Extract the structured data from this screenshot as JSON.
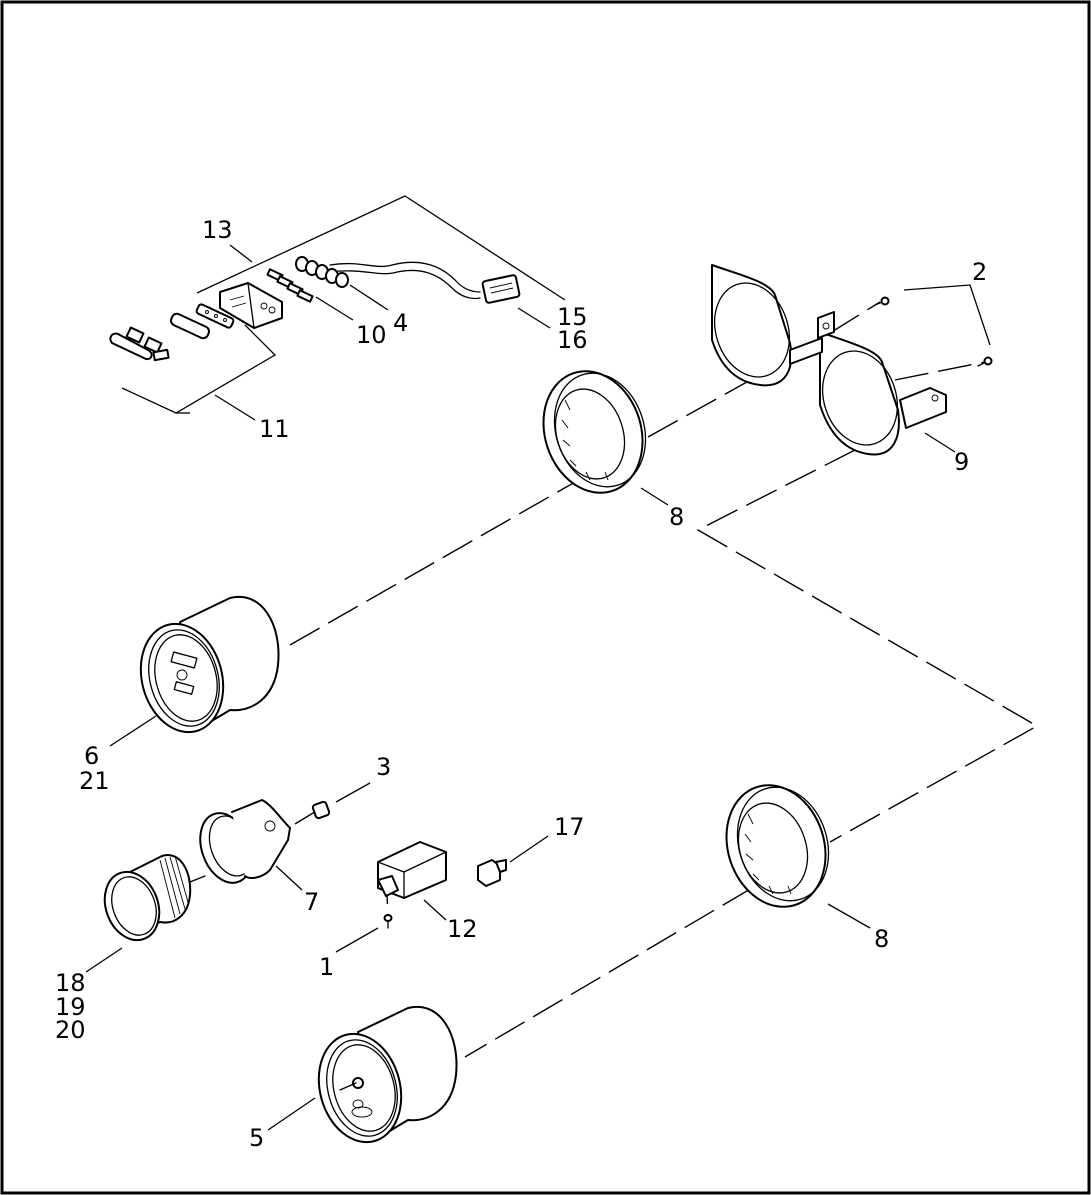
{
  "callouts": {
    "c1": "1",
    "c2": "2",
    "c3": "3",
    "c4": "4",
    "c5": "5",
    "c6": "6",
    "c7": "7",
    "c8a": "8",
    "c8b": "8",
    "c9": "9",
    "c10": "10",
    "c11": "11",
    "c12": "12",
    "c13": "13",
    "c15": "15",
    "c16": "16",
    "c17": "17",
    "c18": "18",
    "c19": "19",
    "c20": "20",
    "c21": "21"
  }
}
